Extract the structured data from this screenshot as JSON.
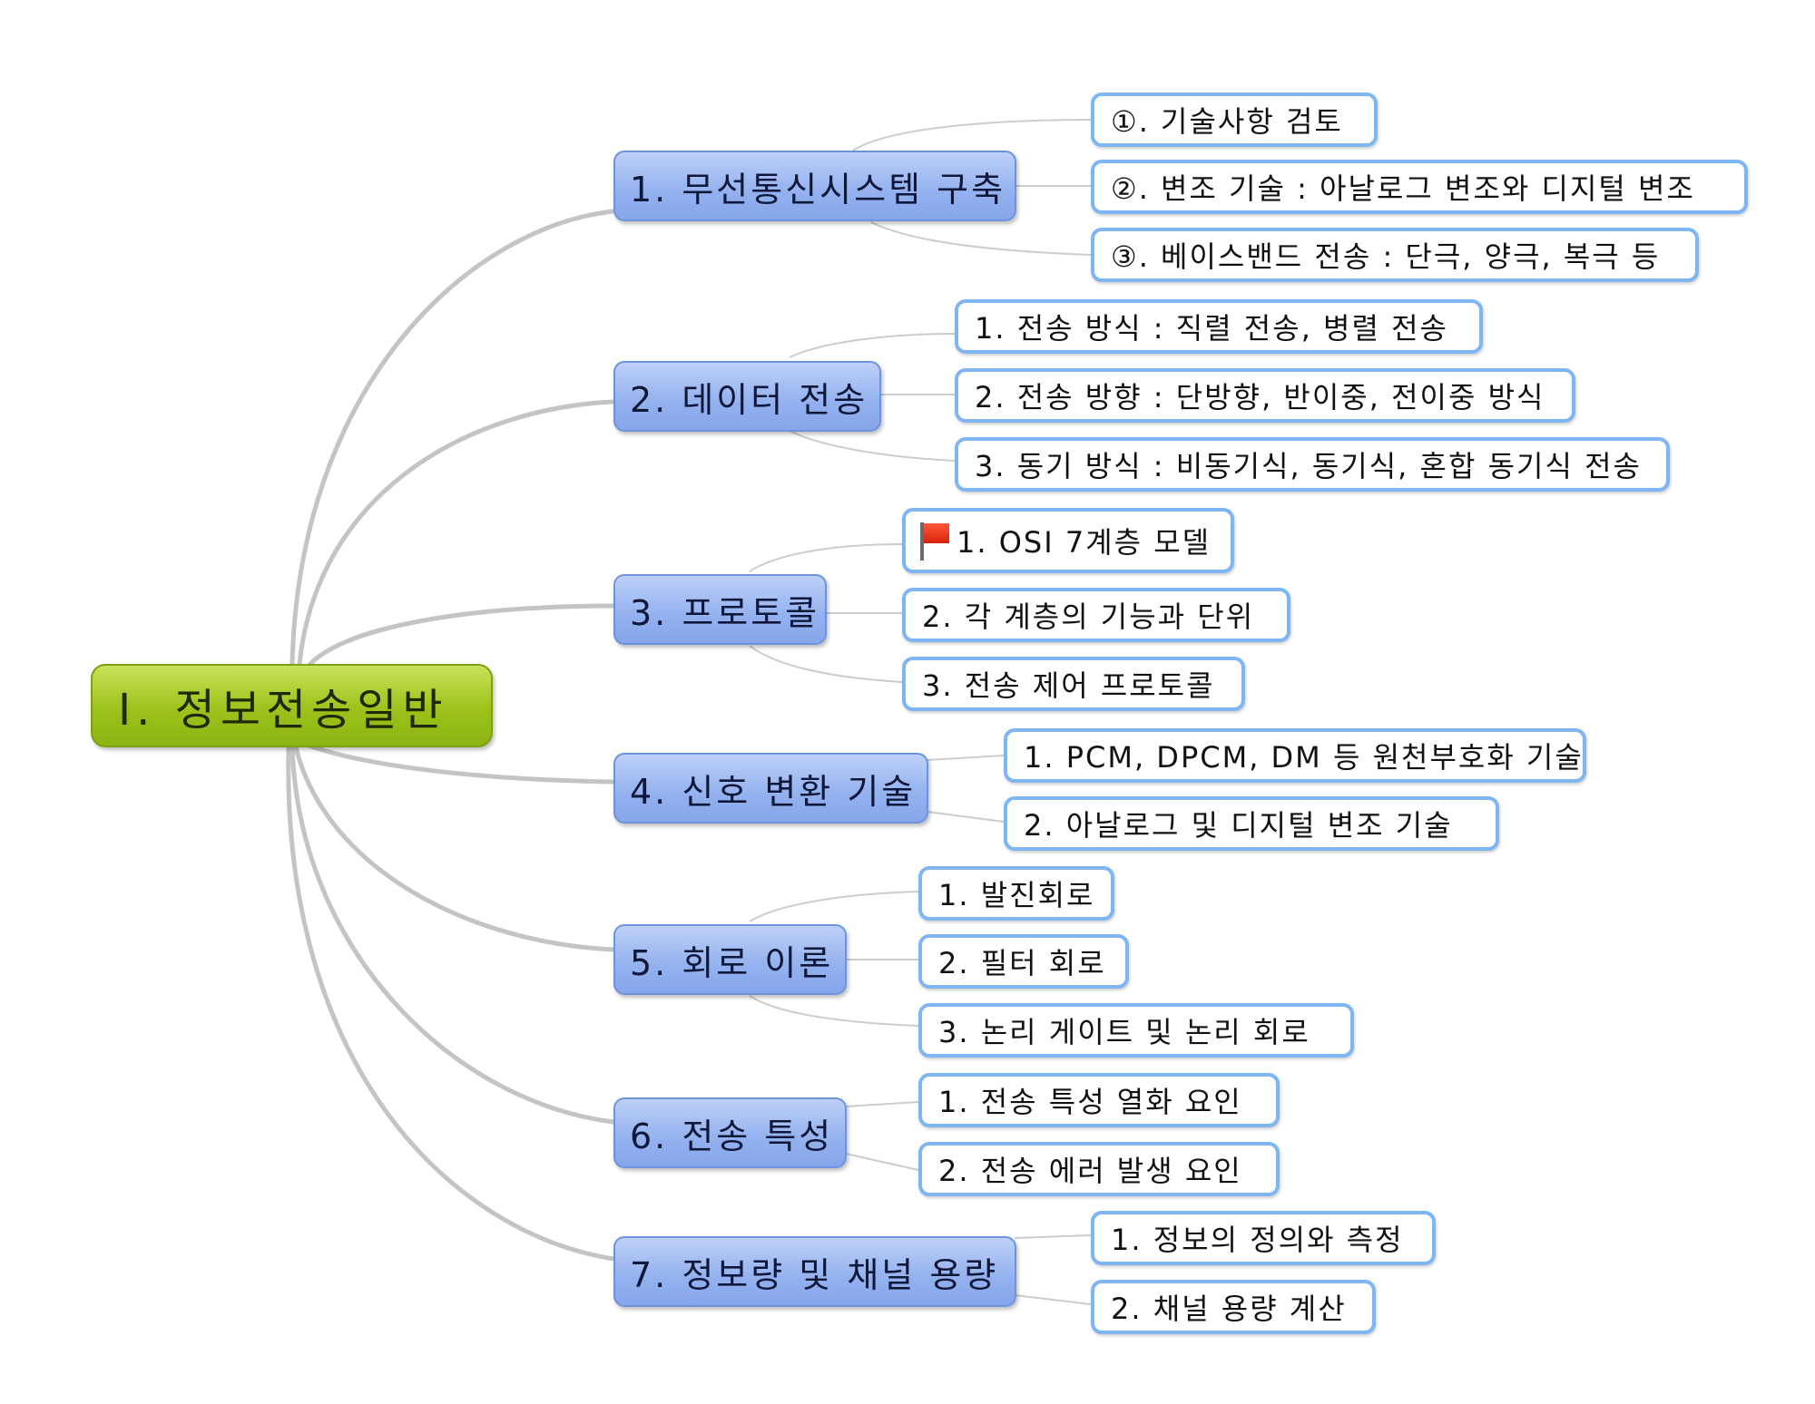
{
  "root": {
    "label": "Ⅰ. 정보전송일반"
  },
  "topics": [
    {
      "label": "1. 무선통신시스템 구축",
      "children": [
        "①. 기술사항 검토",
        "②. 변조 기술 : 아날로그 변조와 디지털 변조",
        "③. 베이스밴드 전송 : 단극, 양극, 복극 등"
      ]
    },
    {
      "label": "2. 데이터 전송",
      "children": [
        "1. 전송 방식 : 직렬 전송, 병렬 전송",
        "2. 전송 방향 : 단방향, 반이중, 전이중 방식",
        "3. 동기 방식 : 비동기식, 동기식, 혼합 동기식 전송"
      ]
    },
    {
      "label": "3. 프로토콜",
      "children": [
        "1. OSI 7계층 모델",
        "2. 각 계층의 기능과 단위",
        "3. 전송 제어 프로토콜"
      ]
    },
    {
      "label": "4. 신호 변환 기술",
      "children": [
        "1. PCM, DPCM, DM 등 원천부호화 기술",
        "2. 아날로그 및 디지털 변조 기술"
      ]
    },
    {
      "label": "5. 회로 이론",
      "children": [
        "1. 발진회로",
        "2. 필터 회로",
        "3. 논리 게이트 및 논리 회로"
      ]
    },
    {
      "label": "6. 전송 특성",
      "children": [
        "1. 전송 특성 열화 요인",
        "2. 전송 에러 발생 요인"
      ]
    },
    {
      "label": "7. 정보량 및 채널 용량",
      "children": [
        "1. 정보의 정의와 측정",
        "2. 채널 용량 계산"
      ]
    }
  ],
  "markers": {
    "flag_icon": "red-flag-icon"
  },
  "colors": {
    "root": "#9cc21a",
    "topic": "#93b1ef",
    "subtopic_border": "#7eb6f4",
    "connector": "#c4c4c4"
  }
}
